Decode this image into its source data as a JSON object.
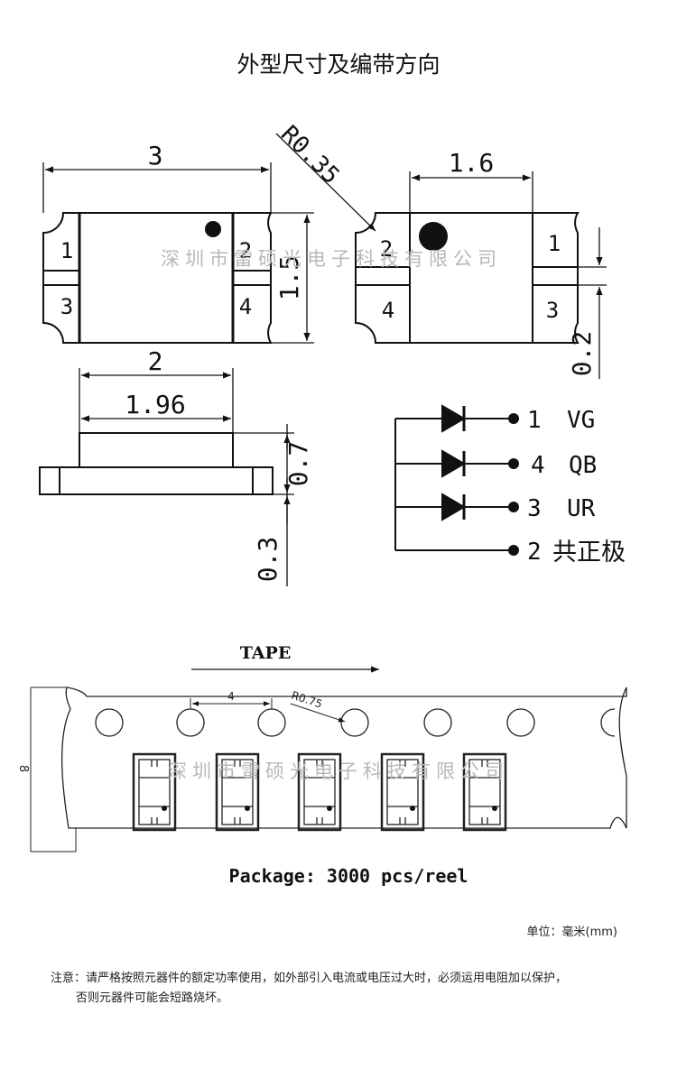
{
  "title": "外型尺寸及编带方向",
  "watermark": "深圳市雷硕光电子科技有限公司",
  "top_view": {
    "width_dim": "3",
    "height_dim": "1.5",
    "radius_dim": "R0.35",
    "pad_labels": [
      "1",
      "3",
      "2",
      "4"
    ]
  },
  "bottom_view": {
    "width_dim": "1.6",
    "pad_gap_dim": "0.2",
    "pad_labels": [
      "2",
      "1",
      "4",
      "3"
    ]
  },
  "side_view": {
    "body_width_dim": "2",
    "top_width_dim": "1.96",
    "height_dim": "0.7",
    "base_dim": "0.3"
  },
  "schematic": {
    "pins": [
      {
        "number": "1",
        "label": "VG"
      },
      {
        "number": "4",
        "label": "QB"
      },
      {
        "number": "3",
        "label": "UR"
      },
      {
        "number": "2",
        "label": "共正极"
      }
    ]
  },
  "tape": {
    "label": "TAPE",
    "pitch_dim": "4",
    "hole_radius_dim": "R0.75",
    "width_dim": "8",
    "package": "Package: 3000 pcs/reel"
  },
  "unit_note": "单位：毫米(mm)",
  "notes": [
    "注意：请严格按照元器件的额定功率使用，如外部引入电流或电压过大时，必须运用电阻加以保护，",
    "否则元器件可能会短路烧坏。"
  ]
}
